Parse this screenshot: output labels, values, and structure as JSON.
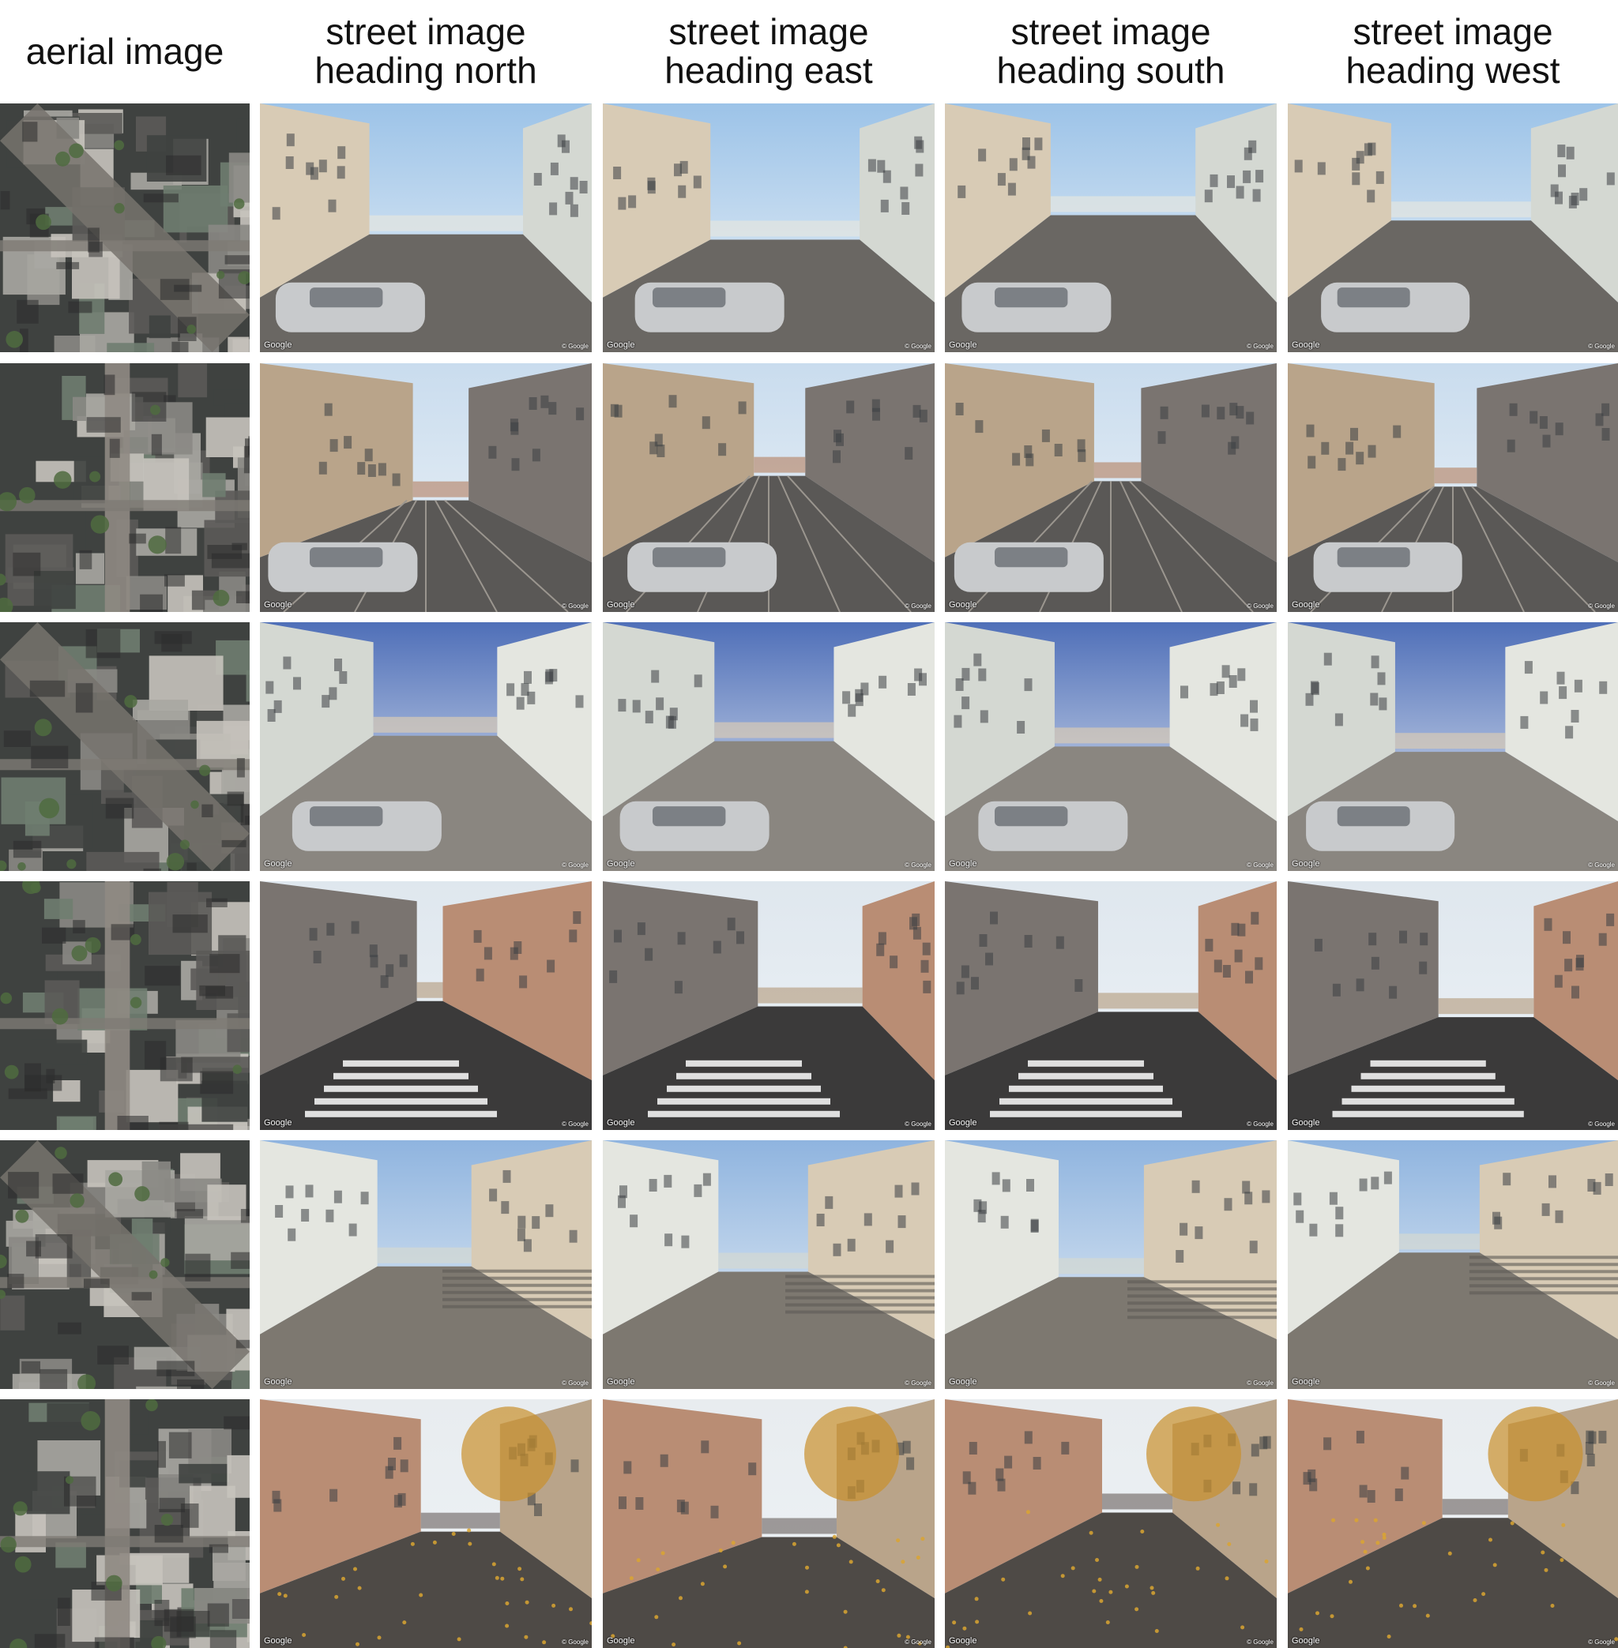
{
  "headers": [
    "aerial image",
    "street image\nheading north",
    "street image\nheading east",
    "street image\nheading south",
    "street image\nheading west"
  ],
  "watermark": "Google",
  "copyright": "© Google",
  "palette": {
    "aerial": [
      "#5b5a58",
      "#8a8884",
      "#a9a7a2",
      "#6f7d70",
      "#3f4240",
      "#c7c3bc"
    ],
    "sky": [
      "#9cc3e8",
      "#c9dcee",
      "#4f6fb8",
      "#dfe7ee",
      "#8fb4df",
      "#e8ecef"
    ],
    "facade": [
      "#d8cbb5",
      "#b9a48a",
      "#d4d8d2",
      "#7a7470",
      "#e4e6e0",
      "#b98d74"
    ],
    "ground": [
      "#6a6763",
      "#5a5856",
      "#8a8680",
      "#3b3a3a",
      "#7d7870",
      "#4e4a46"
    ]
  },
  "rows": [
    {
      "kind": "street-parked-cars"
    },
    {
      "kind": "tram-street"
    },
    {
      "kind": "station-square"
    },
    {
      "kind": "crosswalk"
    },
    {
      "kind": "senate-square"
    },
    {
      "kind": "autumn-steps"
    }
  ]
}
